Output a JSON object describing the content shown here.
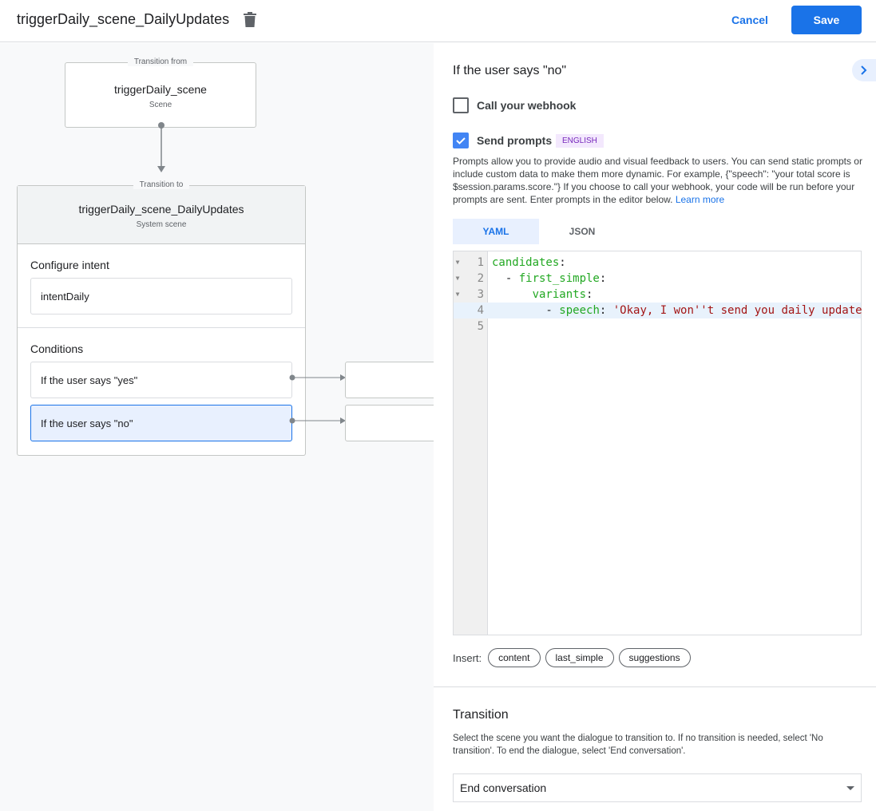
{
  "header": {
    "title": "triggerDaily_scene_DailyUpdates",
    "cancel": "Cancel",
    "save": "Save"
  },
  "canvas": {
    "from": {
      "legend": "Transition from",
      "name": "triggerDaily_scene",
      "type": "Scene"
    },
    "to": {
      "legend": "Transition to",
      "name": "triggerDaily_scene_DailyUpdates",
      "type": "System scene"
    },
    "intent_label": "Configure intent",
    "intent": "intentDaily",
    "conditions_label": "Conditions",
    "conditions": [
      "If the user says \"yes\"",
      "If the user says \"no\""
    ]
  },
  "panel": {
    "heading": "If the user says \"no\"",
    "webhook": {
      "label": "Call your webhook",
      "checked": false
    },
    "prompts": {
      "label": "Send prompts",
      "checked": true,
      "badge": "ENGLISH"
    },
    "description": "Prompts allow you to provide audio and visual feedback to users. You can send static prompts or include custom data to make them more dynamic. For example, {\"speech\": \"your total score is $session.params.score.\"} If you choose to call your webhook, your code will be run before your prompts are sent. Enter prompts in the editor below.",
    "learn_more": "Learn more",
    "tabs": [
      "YAML",
      "JSON"
    ],
    "active_tab": "YAML",
    "code_lines": [
      {
        "n": "1",
        "indent": "",
        "key": "candidates",
        "sep": ":",
        "val": ""
      },
      {
        "n": "2",
        "indent": "  - ",
        "key": "first_simple",
        "sep": ":",
        "val": ""
      },
      {
        "n": "3",
        "indent": "      ",
        "key": "variants",
        "sep": ":",
        "val": ""
      },
      {
        "n": "4",
        "indent": "        - ",
        "key": "speech",
        "sep": ": ",
        "val": "'Okay, I won''t send you daily update"
      },
      {
        "n": "5",
        "indent": "",
        "key": "",
        "sep": "",
        "val": ""
      }
    ],
    "insert_label": "Insert:",
    "insert_chips": [
      "content",
      "last_simple",
      "suggestions"
    ],
    "transition": {
      "heading": "Transition",
      "description": "Select the scene you want the dialogue to transition to. If no transition is needed, select 'No transition'. To end the dialogue, select 'End conversation'.",
      "selected": "End conversation"
    }
  },
  "colors": {
    "accent": "#1a73e8",
    "yaml_key": "#22a822",
    "yaml_string": "#a31515"
  }
}
